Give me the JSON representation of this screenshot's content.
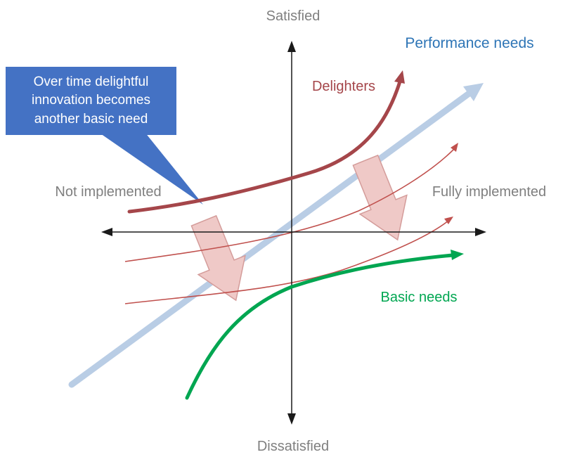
{
  "axes": {
    "color": "#1a1a1a",
    "label_color": "#7f7f7f"
  },
  "labels": {
    "satisfied": "Satisfied",
    "dissatisfied": "Dissatisfied",
    "not_implemented": "Not implemented",
    "fully_implemented": "Fully implemented"
  },
  "curves": {
    "performance": {
      "label": "Performance needs",
      "label_color": "#2e75b6",
      "arrow_color": "#b9cde5"
    },
    "delighters": {
      "label": "Delighters",
      "color": "#a5464a"
    },
    "basic_needs": {
      "label": "Basic needs",
      "color": "#00a651"
    },
    "intermediate": {
      "color": "#c0504d"
    }
  },
  "transition_arrows": {
    "fill": "#efc9c7",
    "stroke": "#d49c9a"
  },
  "callout": {
    "text": "Over time delightful innovation becomes another basic need",
    "bg_color": "#4472c4",
    "text_color": "#ffffff"
  }
}
